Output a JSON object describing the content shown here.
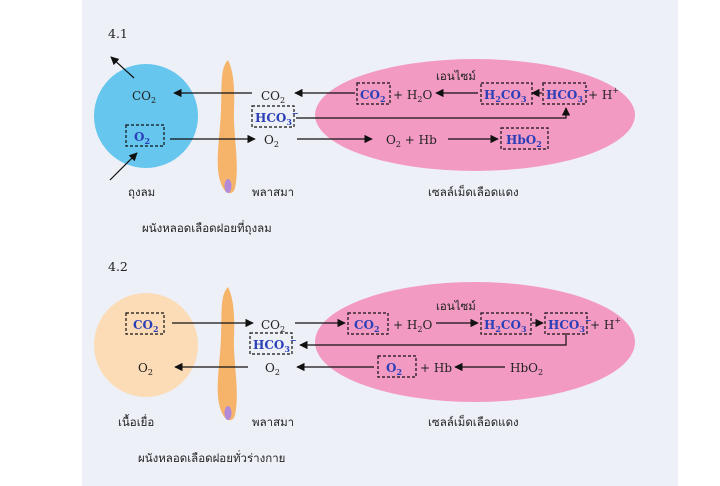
{
  "section_1": {
    "number": "4.1",
    "enzyme": "เอนไซม์",
    "label_left": "ถุงลม",
    "label_mid": "พลาสมา",
    "label_right": "เซลล์เม็ดเลือดแดง",
    "caption": "ผนังหลอดเลือดฝอยที่ถุงลม",
    "colors": {
      "left_circle": "#66c6ee",
      "cell": "#f39ac3",
      "capillary": "#f6b46a"
    }
  },
  "section_2": {
    "number": "4.2",
    "enzyme": "เอนไซม์",
    "label_left": "เนื้อเยื่อ",
    "label_mid": "พลาสมา",
    "label_right": "เซลล์เม็ดเลือดแดง",
    "caption": "ผนังหลอดเลือดฝอยทั่วร่างกาย",
    "colors": {
      "left_circle": "#fbdcb6",
      "cell": "#f39ac3",
      "capillary": "#f6b46a"
    }
  },
  "chem": {
    "co2_base": "CO",
    "co2_sub": "2",
    "o2_base": "O",
    "o2_sub": "2",
    "h2o_pre": "+ H",
    "h2o_sub": "2",
    "h2o_post": "O",
    "h2co3_a": "H",
    "h2co3_sub1": "2",
    "h2co3_b": "CO",
    "h2co3_sub2": "3",
    "hco3_base": "HCO",
    "hco3_sub": "3",
    "hco3_sup": "−",
    "h_base": "+ H",
    "h_sup": "+",
    "hb": "+ Hb",
    "o2hb_pre": "O",
    "o2hb_sub": "2",
    "o2hb_post": " + Hb",
    "hbo2_base": "HbO",
    "hbo2_sub": "2"
  },
  "palette": {
    "highlight_text": "#2a3fb8",
    "panel_bg": "#eef0f7",
    "organelle": "#b38ad8"
  }
}
